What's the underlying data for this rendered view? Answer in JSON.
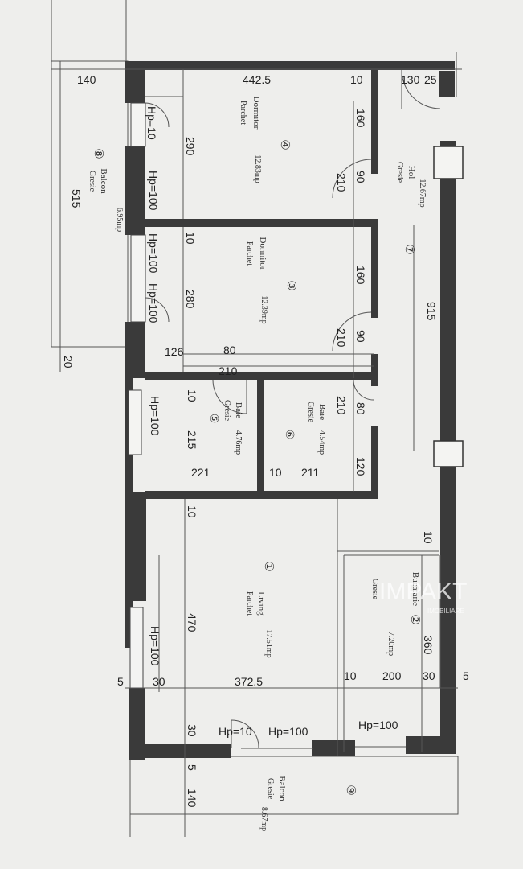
{
  "rooms": [
    {
      "num": "④",
      "name": "Dormitor",
      "floor": "Parchet",
      "area": "12.83mp"
    },
    {
      "num": "③",
      "name": "Dormitor",
      "floor": "Parchet",
      "area": "12.39mp"
    },
    {
      "num": "⑦",
      "name": "Hol",
      "floor": "Gresie",
      "area": "12.67mp"
    },
    {
      "num": "⑧",
      "name": "Balcon",
      "floor": "Gresie",
      "area": "6.95mp"
    },
    {
      "num": "⑤",
      "name": "Baie",
      "floor": "Gresie",
      "area": "4.76mp"
    },
    {
      "num": "⑥",
      "name": "Baie",
      "floor": "Gresie",
      "area": "4.54mp"
    },
    {
      "num": "①",
      "name": "Living",
      "floor": "Parchet",
      "area": "17.51mp"
    },
    {
      "num": "②",
      "name": "Bucatarie",
      "floor": "Gresie",
      "area": "7.20mp"
    },
    {
      "num": "⑨",
      "name": "Balcon",
      "floor": "Gresie",
      "area": "8.67mp"
    }
  ],
  "dims": {
    "d140a": "140",
    "d4425": "442.5",
    "d10a": "10",
    "d130": "130",
    "d25": "25",
    "d515": "515",
    "d20": "20",
    "d915": "915",
    "hp10a": "Hp=10",
    "hp100a": "Hp=100",
    "d290": "290",
    "d160a": "160",
    "d90a": "90",
    "d210a": "210",
    "d10b": "10",
    "hp100b": "Hp=100",
    "hp100c": "Hp=100",
    "d280": "280",
    "d160b": "160",
    "d90b": "90",
    "d210b": "210",
    "d126": "126",
    "d80a": "80",
    "d210c": "210",
    "hp100d": "Hp=100",
    "d10c": "10",
    "d215": "215",
    "d221": "221",
    "d210d": "210",
    "d80b": "80",
    "d10d": "10",
    "d211": "211",
    "d120": "120",
    "d10e": "10",
    "d10f": "10",
    "d470": "470",
    "hp100e": "Hp=100",
    "d360": "360",
    "d5a": "5",
    "d30a": "30",
    "d3725": "372.5",
    "d10g": "10",
    "d200": "200",
    "d30b": "30",
    "d5b": "5",
    "d30c": "30",
    "hp10b": "Hp=10",
    "hp100f": "Hp=100",
    "hp100g": "Hp=100",
    "d5c": "5",
    "d140b": "140"
  },
  "watermark": {
    "brand": "IMPAKT",
    "sub": "IMOBILIARE"
  }
}
